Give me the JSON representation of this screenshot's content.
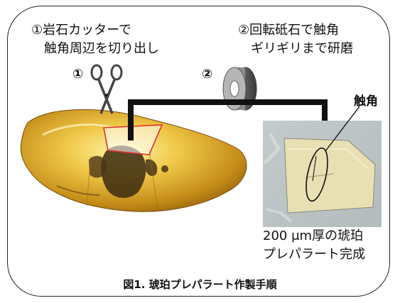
{
  "step1": {
    "marker": "①",
    "line1": "①岩石カッターで",
    "line2": "触角周辺を切り出し"
  },
  "step2": {
    "marker": "②",
    "line1": "②回転砥石で触角",
    "line2": "ギリギリまで研磨"
  },
  "antenna_label": "触角",
  "result": {
    "line1": "200 μm厚の琥珀",
    "line2": "プレパラート完成"
  },
  "caption": "図1. 琥珀プレパラート作製手順",
  "colors": {
    "amber_light": "#f3d15a",
    "amber_dark": "#b07a12",
    "cut_box": "#e0322c",
    "arrow": "#111111",
    "slide_bg": "#c9cfcf",
    "slide_section": "#e6dcb0"
  },
  "icons": {
    "cutter": "scissors-icon",
    "grinder": "grinding-wheel-icon"
  }
}
